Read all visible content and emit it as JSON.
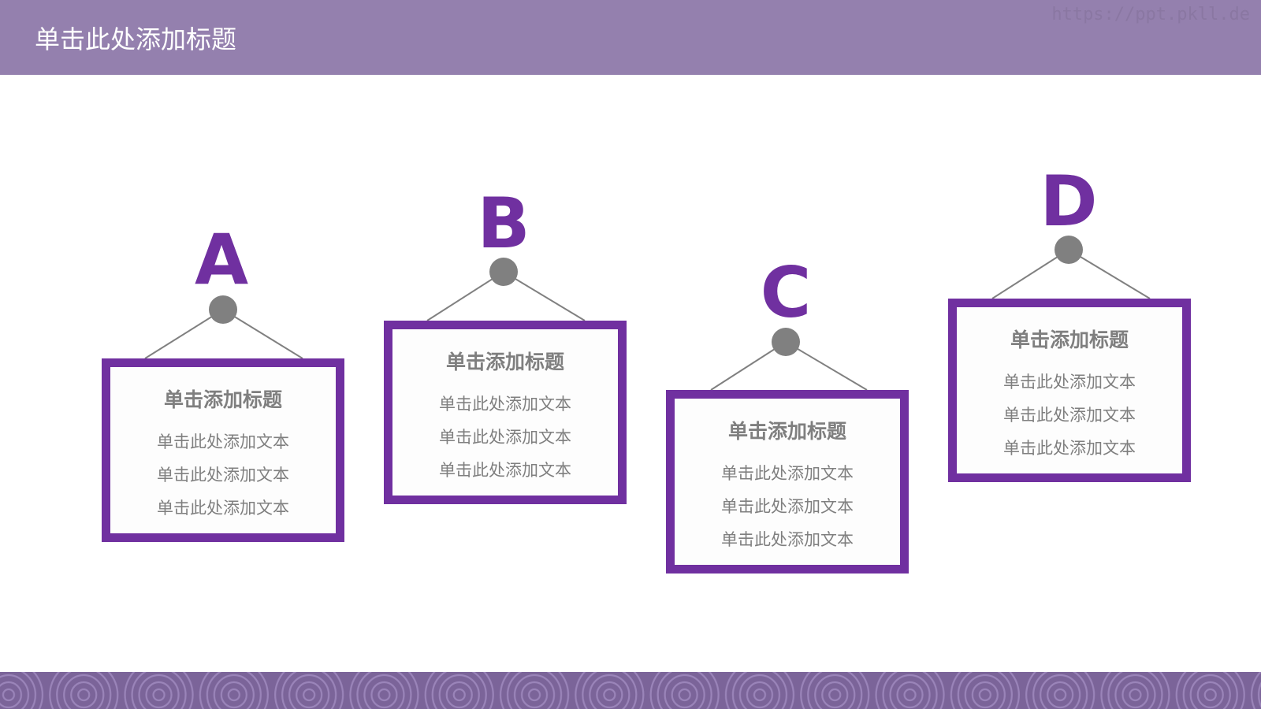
{
  "header": {
    "title": "单击此处添加标题",
    "watermark": "https://ppt.pkll.de"
  },
  "colors": {
    "header_bg": "#9480ae",
    "accent_purple": "#7030a0",
    "text_gray": "#7f7f7f",
    "pin_gray": "#808080",
    "footer_bg": "#7b6499",
    "footer_ring": "#a08abf"
  },
  "cards": [
    {
      "letter": "A",
      "title": "单击添加标题",
      "lines": [
        "单击此处添加文本",
        "单击此处添加文本",
        "单击此处添加文本"
      ]
    },
    {
      "letter": "B",
      "title": "单击添加标题",
      "lines": [
        "单击此处添加文本",
        "单击此处添加文本",
        "单击此处添加文本"
      ]
    },
    {
      "letter": "C",
      "title": "单击添加标题",
      "lines": [
        "单击此处添加文本",
        "单击此处添加文本",
        "单击此处添加文本"
      ]
    },
    {
      "letter": "D",
      "title": "单击添加标题",
      "lines": [
        "单击此处添加文本",
        "单击此处添加文本",
        "单击此处添加文本"
      ]
    }
  ]
}
